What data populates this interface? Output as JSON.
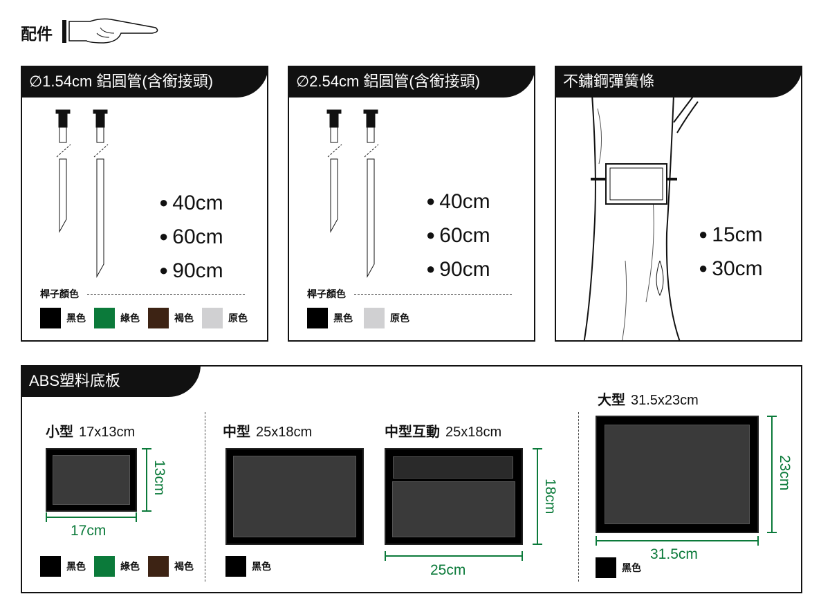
{
  "page_title": "配件",
  "colors": {
    "black": "#000000",
    "green": "#0b7a3a",
    "brown": "#3d2314",
    "natural": "#d0d0d2",
    "dimension": "#0b7a3a"
  },
  "panels": [
    {
      "title": "∅1.54cm 鋁圓管(含銜接頭)",
      "sizes": [
        "40cm",
        "60cm",
        "90cm"
      ],
      "color_label": "桿子顏色",
      "swatches": [
        {
          "name": "黑色",
          "color": "#000000"
        },
        {
          "name": "綠色",
          "color": "#0b7a3a"
        },
        {
          "name": "褐色",
          "color": "#3d2314"
        },
        {
          "name": "原色",
          "color": "#d0d0d2"
        }
      ]
    },
    {
      "title": "∅2.54cm 鋁圓管(含銜接頭)",
      "sizes": [
        "40cm",
        "60cm",
        "90cm"
      ],
      "color_label": "桿子顏色",
      "swatches": [
        {
          "name": "黑色",
          "color": "#000000"
        },
        {
          "name": "原色",
          "color": "#d0d0d2"
        }
      ]
    },
    {
      "title": "不鏽鋼彈簧條",
      "sizes": [
        "15cm",
        "30cm"
      ]
    }
  ],
  "abs": {
    "title": "ABS塑料底板",
    "small": {
      "name": "小型",
      "size": "17x13cm",
      "width": "17cm",
      "height": "13cm",
      "swatches": [
        {
          "name": "黑色",
          "color": "#000000"
        },
        {
          "name": "綠色",
          "color": "#0b7a3a"
        },
        {
          "name": "褐色",
          "color": "#3d2314"
        }
      ]
    },
    "medium": {
      "name": "中型",
      "size": "25x18cm",
      "swatches": [
        {
          "name": "黑色",
          "color": "#000000"
        }
      ]
    },
    "interactive": {
      "name": "中型互動",
      "size": "25x18cm",
      "width": "25cm",
      "height": "18cm"
    },
    "large": {
      "name": "大型",
      "size": "31.5x23cm",
      "width": "31.5cm",
      "height": "23cm",
      "swatches": [
        {
          "name": "黑色",
          "color": "#000000"
        }
      ]
    }
  }
}
